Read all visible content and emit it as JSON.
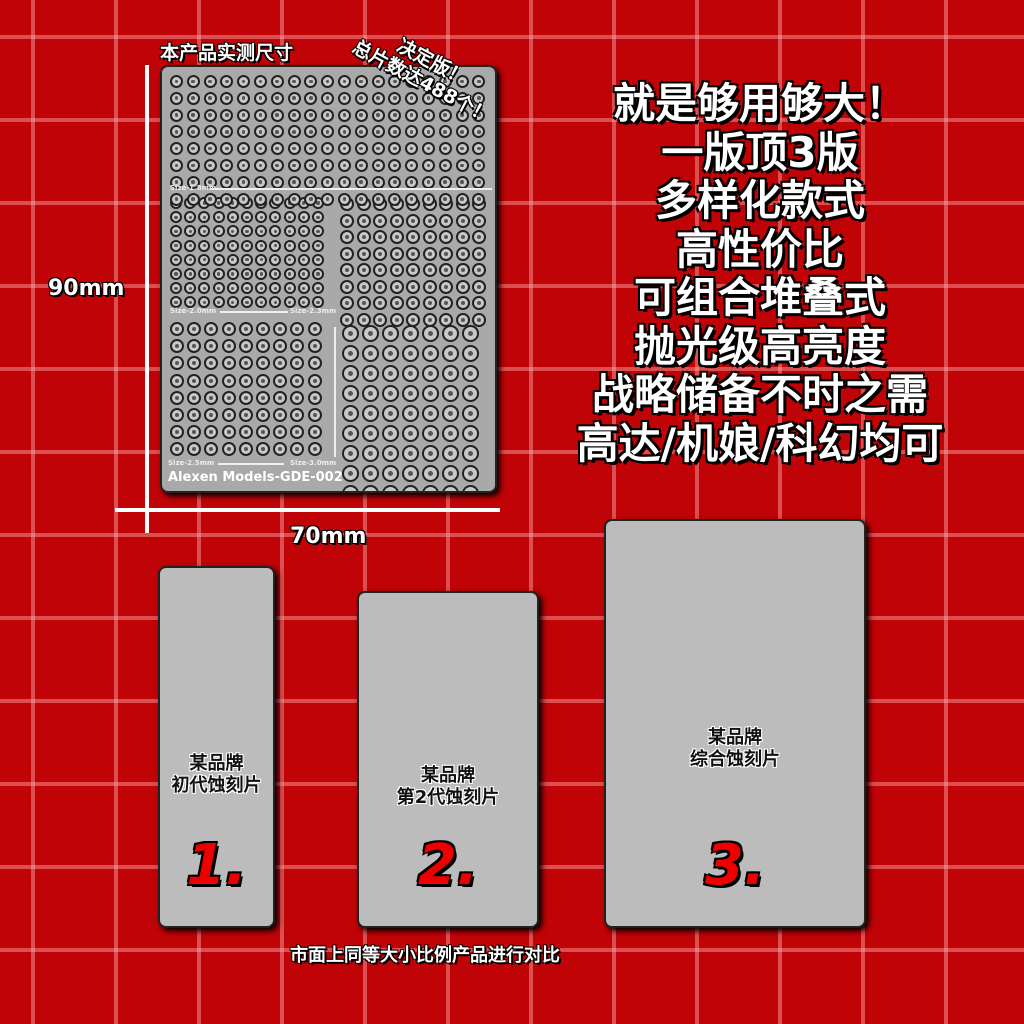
{
  "title": "本产品实测尺寸",
  "badge": [
    "决定版！",
    "总片数达488个！"
  ],
  "sheet": {
    "brand": "Alexen Models-GDE-002",
    "sizes": [
      "Size-1.8mm",
      "Size-2.0mm",
      "Size-2.3mm",
      "Size-2.5mm",
      "Size-3.0mm"
    ]
  },
  "dimensions": {
    "height": "90mm",
    "width": "70mm"
  },
  "features": [
    "就是够用够大！",
    "一版顶3版",
    "多样化款式",
    "高性价比",
    "可组合堆叠式",
    "抛光级高亮度",
    "战略储备不时之需",
    "高达/机娘/科幻均可"
  ],
  "cards": [
    {
      "label1": "某品牌",
      "label2": "初代蚀刻片",
      "number": "1."
    },
    {
      "label1": "某品牌",
      "label2": "第2代蚀刻片",
      "number": "2."
    },
    {
      "label1": "某品牌",
      "label2": "综合蚀刻片",
      "number": "3."
    }
  ],
  "caption": "市面上同等大小比例产品进行对比"
}
